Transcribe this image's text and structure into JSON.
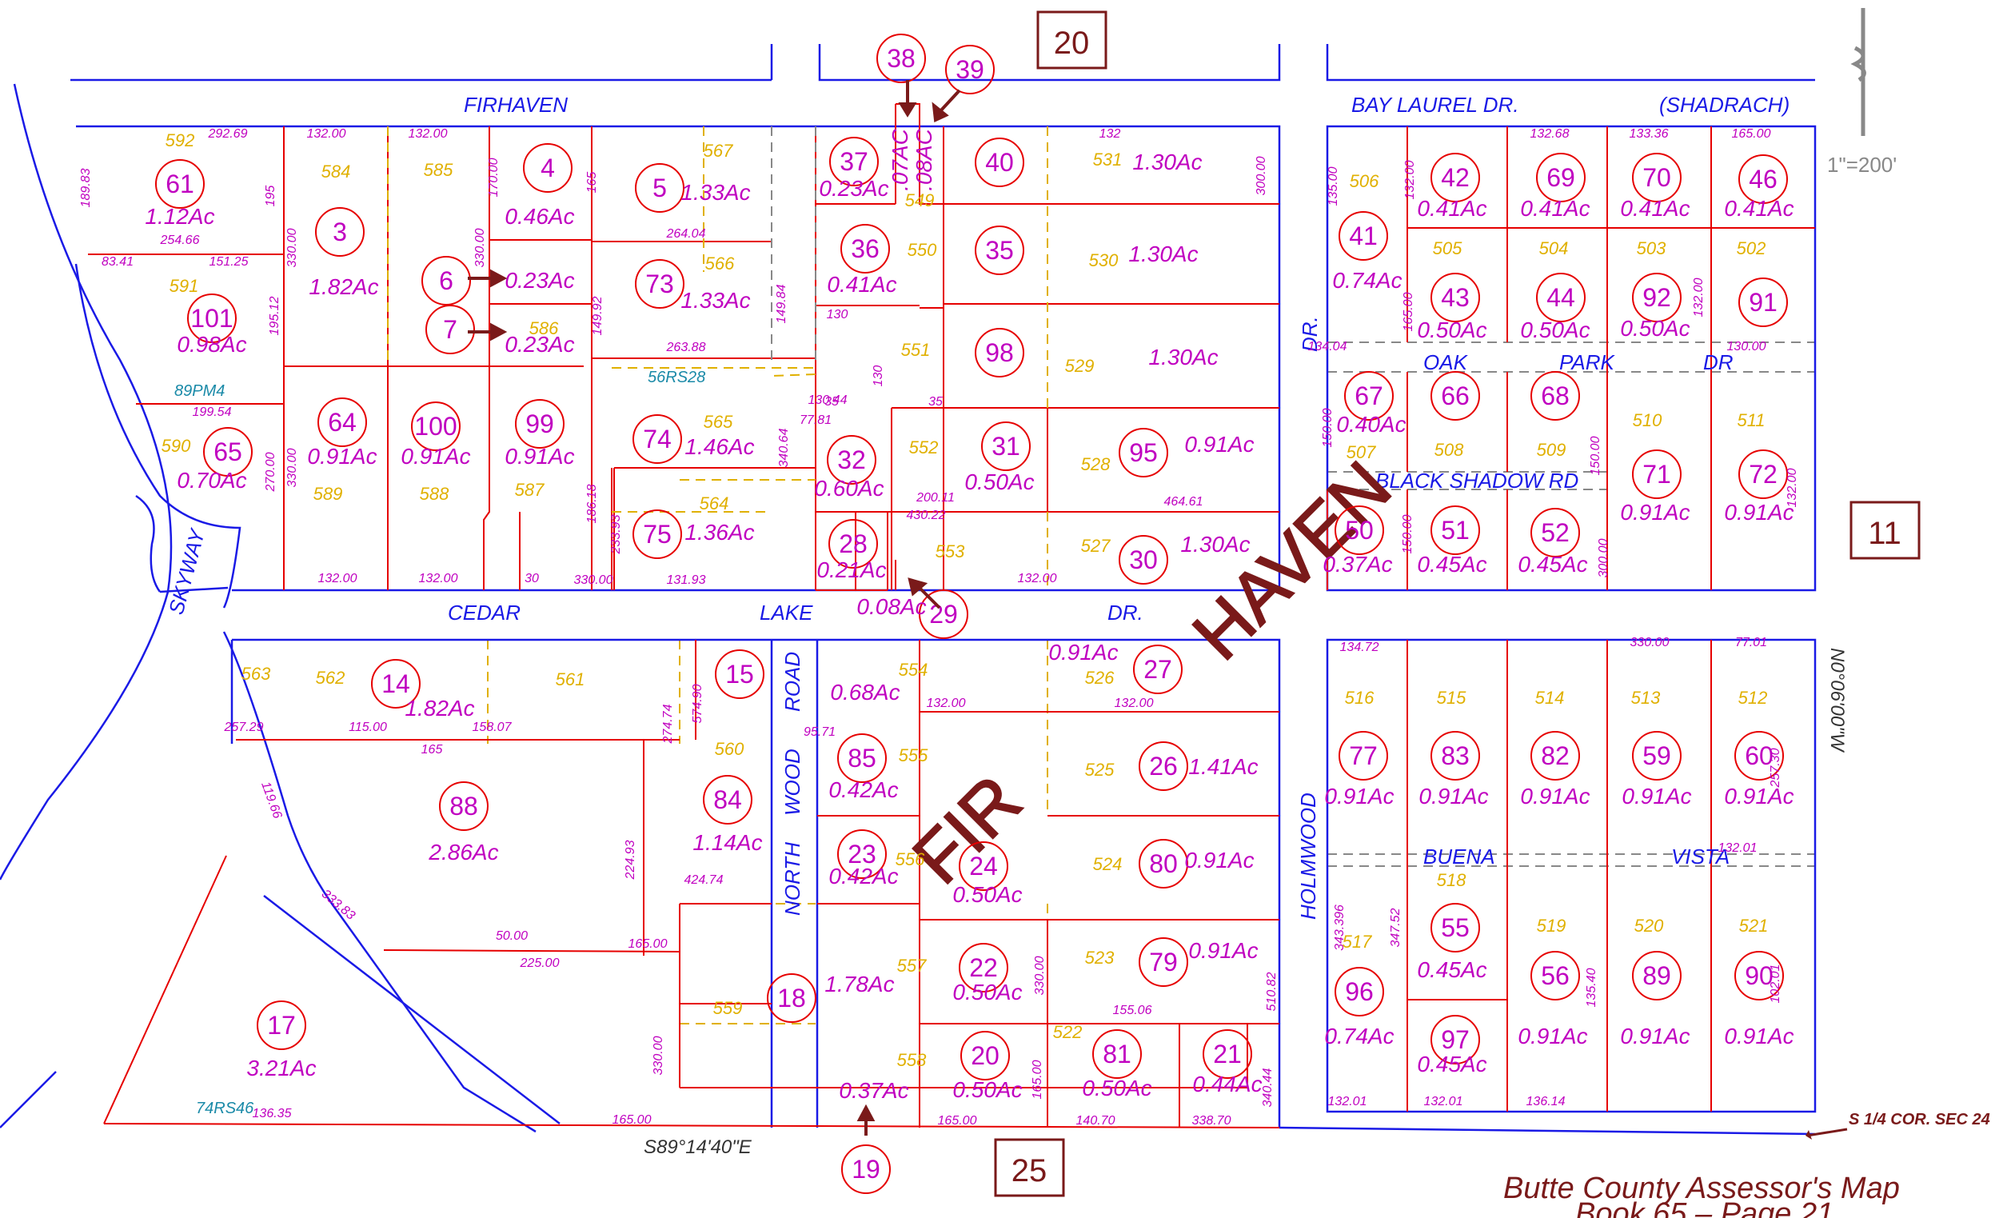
{
  "streets": {
    "firhaven": "FIRHAVEN",
    "bay_laurel": "BAY  LAUREL  DR.",
    "shadrach": "(SHADRACH)",
    "skyway": "SKYWAY",
    "cedar": "CEDAR",
    "lake": "LAKE",
    "dr": "DR.",
    "dr_vertical": "DR.",
    "oak": "OAK",
    "park": "PARK",
    "dr_oak": "DR",
    "black_shadow": "BLACK  SHADOW  RD",
    "north": "NORTH",
    "wood": "WOOD",
    "road": "ROAD",
    "holmwood": "HOLMWOOD",
    "buena": "BUENA",
    "vista": "VISTA",
    "fir": "FIR",
    "haven": "HAVEN"
  },
  "books": {
    "b20": "20",
    "b11": "11",
    "b25": "25"
  },
  "legend": {
    "scale": "1\"=200'",
    "corner": "S 1/4 COR. SEC 24",
    "bearing_bottom": "S89°14'40\"E",
    "bearing_right": "N0°06'00\"W",
    "title1": "Butte County Assessor's Map",
    "title2": "Book 65 – Page 21"
  },
  "parcels": [
    {
      "num": "61",
      "acres": "1.12Ac"
    },
    {
      "num": "101",
      "acres": "0.98Ac"
    },
    {
      "num": "65",
      "acres": "0.70Ac"
    },
    {
      "num": "3",
      "acres": "1.82Ac"
    },
    {
      "num": "64",
      "acres": "0.91Ac"
    },
    {
      "num": "100",
      "acres": "0.91Ac"
    },
    {
      "num": "4",
      "acres": "0.46Ac"
    },
    {
      "num": "6",
      "acres": "0.23Ac"
    },
    {
      "num": "7",
      "acres": "0.23Ac"
    },
    {
      "num": "99",
      "acres": "0.91Ac"
    },
    {
      "num": "5",
      "acres": "1.33Ac"
    },
    {
      "num": "73",
      "acres": "1.33Ac"
    },
    {
      "num": "74",
      "acres": "1.46Ac"
    },
    {
      "num": "75",
      "acres": "1.36Ac"
    },
    {
      "num": "37",
      "acres": "0.23Ac"
    },
    {
      "num": "38",
      "acres": ".07AC"
    },
    {
      "num": "39",
      "acres": ".08AC"
    },
    {
      "num": "36",
      "acres": "0.41Ac"
    },
    {
      "num": "32",
      "acres": "0.60Ac"
    },
    {
      "num": "28",
      "acres": "0.21Ac"
    },
    {
      "num": "29",
      "acres": "0.08Ac"
    },
    {
      "num": "40",
      "acres": "1.30Ac"
    },
    {
      "num": "35",
      "acres": "1.30Ac"
    },
    {
      "num": "98",
      "acres": "1.30Ac"
    },
    {
      "num": "31",
      "acres": "0.50Ac"
    },
    {
      "num": "95",
      "acres": "0.91Ac"
    },
    {
      "num": "30",
      "acres": "1.30Ac"
    },
    {
      "num": "41",
      "acres": "0.74Ac"
    },
    {
      "num": "42",
      "acres": "0.41Ac"
    },
    {
      "num": "69",
      "acres": "0.41Ac"
    },
    {
      "num": "70",
      "acres": "0.41Ac"
    },
    {
      "num": "46",
      "acres": "0.41Ac"
    },
    {
      "num": "43",
      "acres": "0.50Ac"
    },
    {
      "num": "44",
      "acres": "0.50Ac"
    },
    {
      "num": "92",
      "acres": "0.50Ac"
    },
    {
      "num": "91",
      "acres": ""
    },
    {
      "num": "67",
      "acres": "0.40Ac"
    },
    {
      "num": "66",
      "acres": ""
    },
    {
      "num": "68",
      "acres": ""
    },
    {
      "num": "71",
      "acres": "0.91Ac"
    },
    {
      "num": "72",
      "acres": "0.91Ac"
    },
    {
      "num": "50",
      "acres": "0.37Ac"
    },
    {
      "num": "51",
      "acres": "0.45Ac"
    },
    {
      "num": "52",
      "acres": "0.45Ac"
    },
    {
      "num": "14",
      "acres": "1.82Ac"
    },
    {
      "num": "15",
      "acres": "0.68Ac"
    },
    {
      "num": "27",
      "acres": "0.91Ac"
    },
    {
      "num": "88",
      "acres": "2.86Ac"
    },
    {
      "num": "84",
      "acres": "1.14Ac"
    },
    {
      "num": "85",
      "acres": "0.42Ac"
    },
    {
      "num": "23",
      "acres": "0.42Ac"
    },
    {
      "num": "26",
      "acres": "1.41Ac"
    },
    {
      "num": "24",
      "acres": "0.50Ac"
    },
    {
      "num": "80",
      "acres": "0.91Ac"
    },
    {
      "num": "17",
      "acres": "3.21Ac"
    },
    {
      "num": "18",
      "acres": "1.78Ac"
    },
    {
      "num": "22",
      "acres": "0.50Ac"
    },
    {
      "num": "79",
      "acres": "0.91Ac"
    },
    {
      "num": "19",
      "acres": "0.37Ac"
    },
    {
      "num": "20",
      "acres": "0.50Ac"
    },
    {
      "num": "81",
      "acres": "0.50Ac"
    },
    {
      "num": "21",
      "acres": "0.44Ac"
    },
    {
      "num": "77",
      "acres": "0.91Ac"
    },
    {
      "num": "83",
      "acres": "0.91Ac"
    },
    {
      "num": "82",
      "acres": "0.91Ac"
    },
    {
      "num": "59",
      "acres": "0.91Ac"
    },
    {
      "num": "60",
      "acres": "0.91Ac"
    },
    {
      "num": "96",
      "acres": "0.74Ac"
    },
    {
      "num": "55",
      "acres": "0.45Ac"
    },
    {
      "num": "97",
      "acres": "0.45Ac"
    },
    {
      "num": "56",
      "acres": "0.91Ac"
    },
    {
      "num": "89",
      "acres": "0.91Ac"
    },
    {
      "num": "90",
      "acres": "0.91Ac"
    }
  ],
  "lots": [
    "592",
    "591",
    "590",
    "584",
    "585",
    "589",
    "588",
    "587",
    "586",
    "567",
    "566",
    "565",
    "564",
    "549",
    "550",
    "551",
    "552",
    "553",
    "531",
    "530",
    "529",
    "528",
    "527",
    "506",
    "505",
    "504",
    "503",
    "502",
    "507",
    "508",
    "509",
    "510",
    "511",
    "563",
    "562",
    "561",
    "560",
    "554",
    "555",
    "556",
    "557",
    "558",
    "559",
    "526",
    "525",
    "524",
    "523",
    "522",
    "516",
    "515",
    "514",
    "513",
    "512",
    "517",
    "518",
    "519",
    "520",
    "521"
  ],
  "refs": {
    "r1": "89PM4",
    "r2": "56RS28",
    "r3": "74RS46"
  },
  "dims": [
    "292.69",
    "132.00",
    "132.00",
    "189.83",
    "195",
    "254.66",
    "83.41",
    "151.25",
    "330.00",
    "195.12",
    "199.54",
    "270.00",
    "330.00",
    "170.00",
    "330.00",
    "165",
    "264.04",
    "149.92",
    "263.88",
    "149.84",
    "130",
    "130.44",
    "77.81",
    "340.64",
    "186.18",
    "233.93",
    "131.93",
    "130",
    "35",
    "35",
    "200.11",
    "430.22",
    "132",
    "300.00",
    "464.61",
    "132.00",
    "132.00",
    "132.00",
    "30",
    "330.00",
    "135.00",
    "132.00",
    "132.68",
    "133.36",
    "165.00",
    "165.00",
    "132.00",
    "134.04",
    "130.00",
    "150.00",
    "150.00",
    "150.00",
    "300.00",
    "132.00",
    "134.72",
    "330.00",
    "77.01",
    "257.30",
    "257.29",
    "115.00",
    "158.07",
    "574.90",
    "274.74",
    "165",
    "224.93",
    "95.71",
    "119.66",
    "333.83",
    "424.74",
    "50.00",
    "225.00",
    "165.00",
    "330.00",
    "132.00",
    "132.00",
    "330.00",
    "510.82",
    "155.06",
    "136.35",
    "165.00",
    "165.00",
    "165.00",
    "140.70",
    "338.70",
    "340.44",
    "343.396",
    "347.52",
    "135.40",
    "102.01",
    "132.01",
    "132.01",
    "132.01",
    "136.14"
  ]
}
